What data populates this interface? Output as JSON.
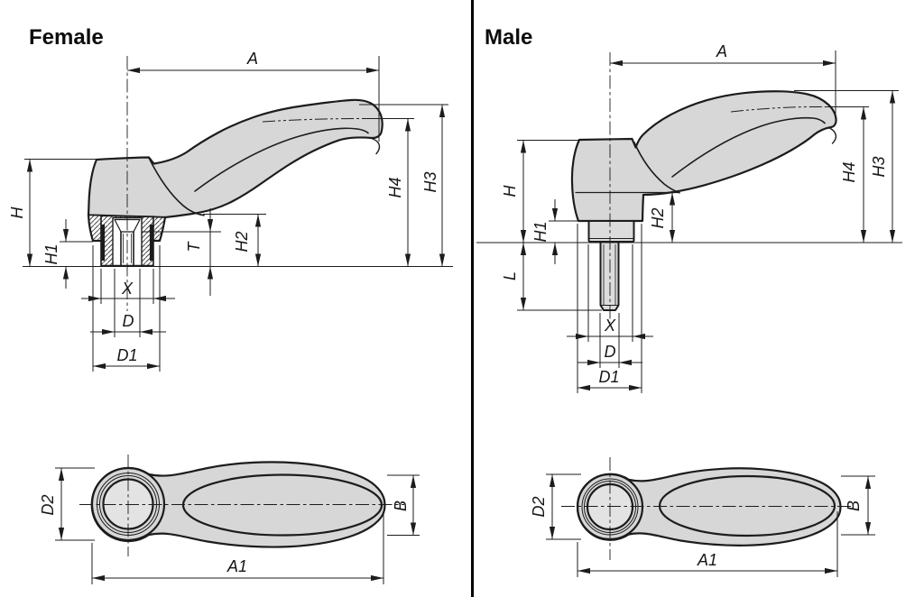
{
  "drawing": {
    "background": "#ffffff",
    "line_color": "#1c1c1c",
    "part_fill": "#d7d7d7",
    "divider_color": "#000000"
  },
  "panels": {
    "female": {
      "title": "Female",
      "labels": {
        "A": "A",
        "H": "H",
        "H1": "H1",
        "H2": "H2",
        "H3": "H3",
        "H4": "H4",
        "T": "T",
        "X": "X",
        "D": "D",
        "D1": "D1",
        "D2": "D2",
        "B": "B",
        "A1": "A1"
      }
    },
    "male": {
      "title": "Male",
      "labels": {
        "A": "A",
        "H": "H",
        "H1": "H1",
        "H2": "H2",
        "H3": "H3",
        "H4": "H4",
        "L": "L",
        "X": "X",
        "D": "D",
        "D1": "D1",
        "D2": "D2",
        "B": "B",
        "A1": "A1"
      }
    }
  }
}
